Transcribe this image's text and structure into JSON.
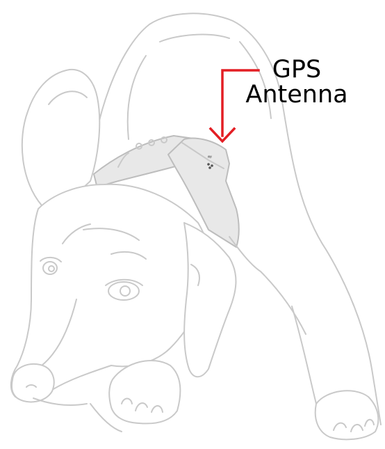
{
  "callout": {
    "line1": "GPS",
    "line2": "Antenna",
    "arrow_color": "#e31e24"
  },
  "illustration": {
    "subject": "dog-wearing-gps-collar",
    "line_color": "#c9c9c9"
  }
}
